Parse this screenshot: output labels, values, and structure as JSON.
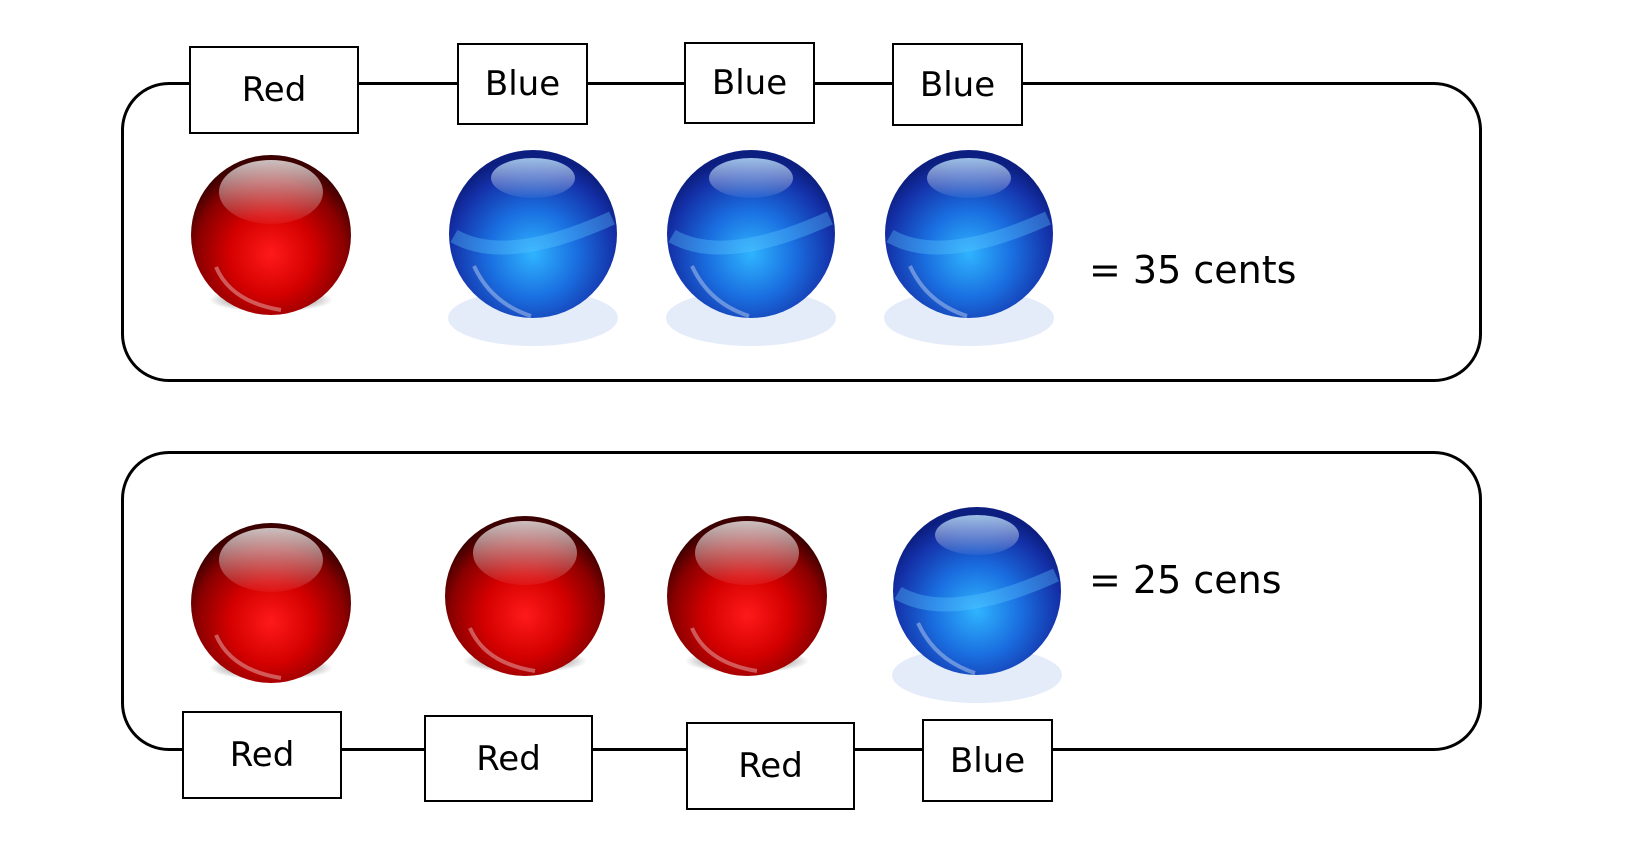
{
  "colors": {
    "red": "#d60000",
    "blue": "#1565d8"
  },
  "rows": [
    {
      "labels": [
        "Red",
        "Blue",
        "Blue",
        "Blue"
      ],
      "marbles": [
        "red",
        "blue",
        "blue",
        "blue"
      ],
      "equation": "= 35 cents"
    },
    {
      "labels": [
        "Red",
        "Red",
        "Red",
        "Blue"
      ],
      "marbles": [
        "red",
        "red",
        "red",
        "blue"
      ],
      "equation": "= 25 cens"
    }
  ]
}
